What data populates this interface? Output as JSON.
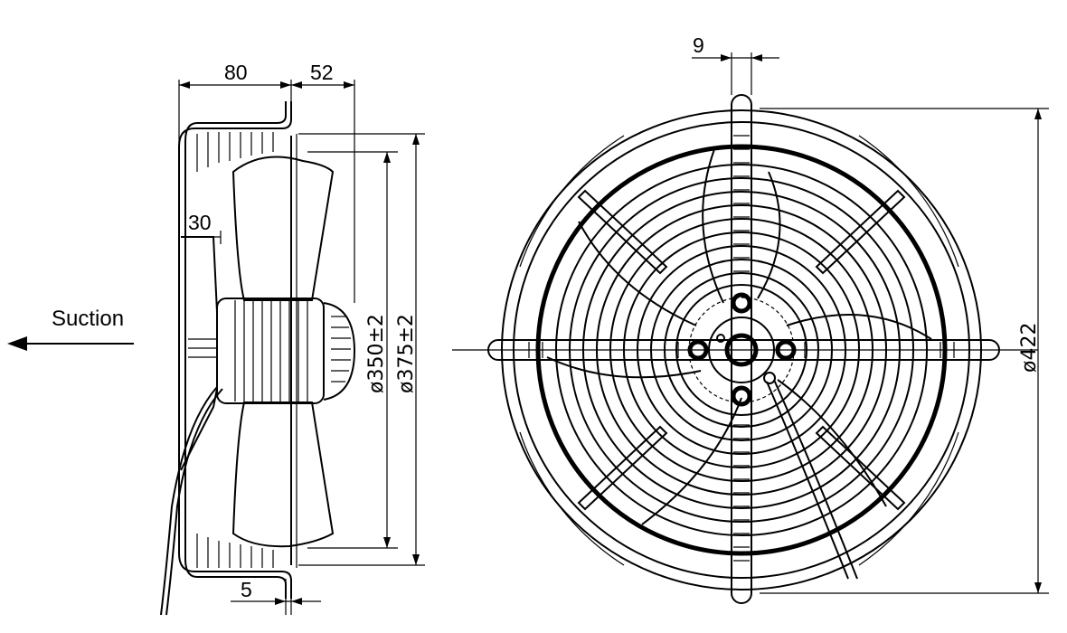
{
  "labels": {
    "suction": "Suction"
  },
  "dimensions": {
    "width_80": "80",
    "width_52": "52",
    "depth_30": "30",
    "offset_5": "5",
    "bar_9": "9",
    "diameter_350": "ø350±2",
    "diameter_375": "ø375±2",
    "diameter_422": "ø422"
  }
}
